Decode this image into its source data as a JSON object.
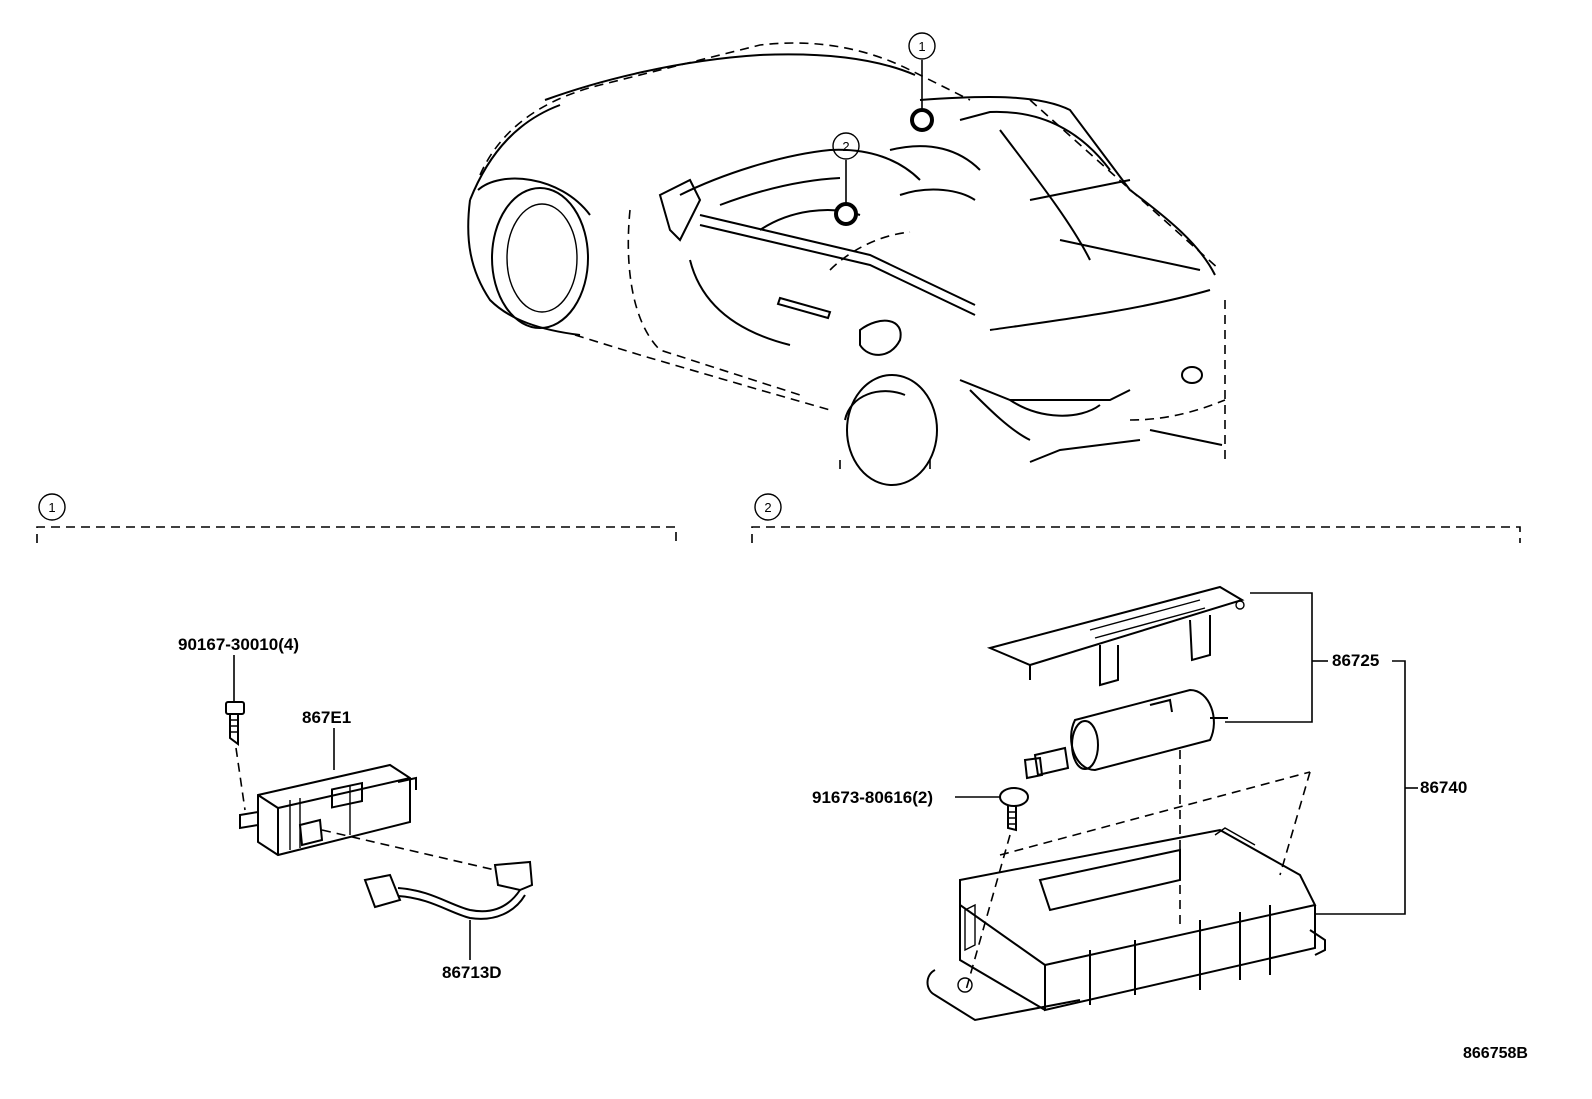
{
  "callouts": {
    "one": "1",
    "two": "2"
  },
  "section1": {
    "marker": "1",
    "parts": {
      "screw": "90167-30010(4)",
      "module": "867E1",
      "harness": "86713D"
    }
  },
  "section2": {
    "marker": "2",
    "parts": {
      "bolt": "91673-80616(2)",
      "subassy": "86725",
      "unit": "86740"
    }
  },
  "diagram_id": "866758B"
}
